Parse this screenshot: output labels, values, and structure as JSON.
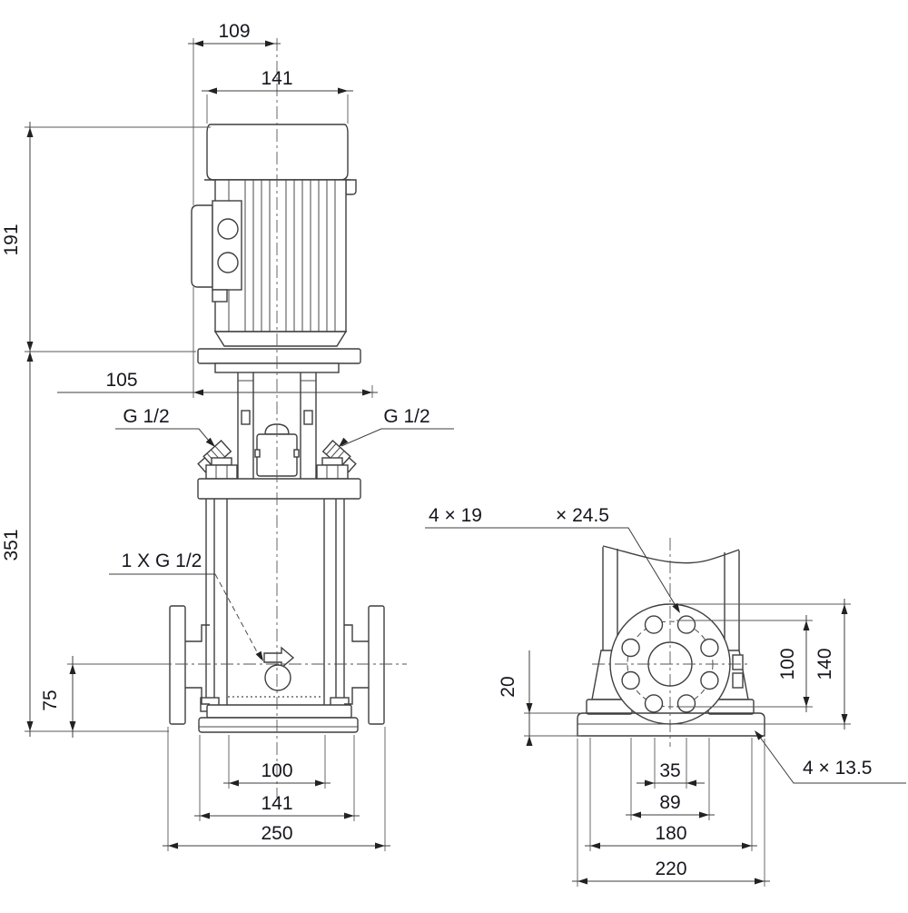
{
  "colors": {
    "background": "#ffffff",
    "line": "#3f3f3f",
    "text": "#16161f"
  },
  "front_view": {
    "dimensions": {
      "motor_top_offset": "109",
      "motor_width": "141",
      "motor_height": "191",
      "head_width": "105",
      "pump_height": "351",
      "port_center_height": "75",
      "base_width_inner": "100",
      "base_width_mid": "141",
      "port_to_port": "250"
    },
    "labels": {
      "vent_left": "G 1/2",
      "vent_right": "G 1/2",
      "drain": "1 X G 1/2"
    }
  },
  "side_view": {
    "dimensions": {
      "bolt_circle": "100",
      "flange_diameter": "140",
      "base_plate_thickness": "20",
      "hole_offset_a": "35",
      "hole_offset_b": "89",
      "base_hole_spacing": "180",
      "base_width": "220"
    },
    "labels": {
      "flange_holes": "4 × 19",
      "flange_counterbore": "× 24.5",
      "base_holes": "4 × 13.5"
    }
  }
}
